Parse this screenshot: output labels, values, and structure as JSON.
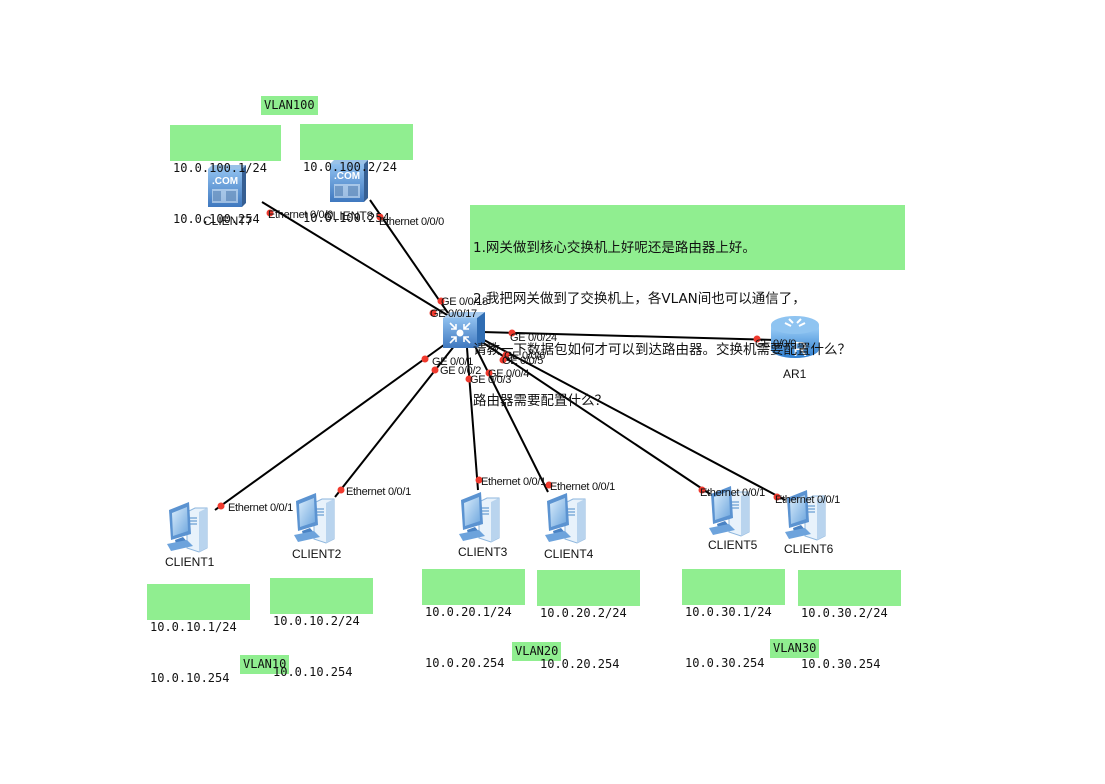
{
  "devices": {
    "client7": {
      "name": "CLIENT7",
      "type": "server-icon",
      "badge": ".COM",
      "ip": "10.0.100.1/24",
      "gateway": "10.0.100.254"
    },
    "client8": {
      "name": "CLIENT8",
      "type": "server-icon",
      "badge": ".COM",
      "ip": "10.0.100.2/24",
      "gateway": "10.0.100.254"
    },
    "client1": {
      "name": "CLIENT1",
      "type": "pc-icon",
      "ip": "10.0.10.1/24",
      "gateway": "10.0.10.254"
    },
    "client2": {
      "name": "CLIENT2",
      "type": "pc-icon",
      "ip": "10.0.10.2/24",
      "gateway": "10.0.10.254"
    },
    "client3": {
      "name": "CLIENT3",
      "type": "pc-icon",
      "ip": "10.0.20.1/24",
      "gateway": "10.0.20.254"
    },
    "client4": {
      "name": "CLIENT4",
      "type": "pc-icon",
      "ip": "10.0.20.2/24",
      "gateway": "10.0.20.254"
    },
    "client5": {
      "name": "CLIENT5",
      "type": "pc-icon",
      "ip": "10.0.30.1/24",
      "gateway": "10.0.30.254"
    },
    "client6": {
      "name": "CLIENT6",
      "type": "pc-icon",
      "ip": "10.0.30.2/24",
      "gateway": "10.0.30.254"
    },
    "ar1": {
      "name": "AR1",
      "type": "router-icon"
    },
    "switch": {
      "type": "switch-icon"
    }
  },
  "vlans": {
    "vlan100": "VLAN100",
    "vlan10": "VLAN10",
    "vlan20": "VLAN20",
    "vlan30": "VLAN30"
  },
  "ports": {
    "client7_port": "Ethernet 0/0/0",
    "client8_port": "Ethernet 0/0/0",
    "sw_ge18": "GE 0/0/18",
    "sw_ge17": "GE 0/0/17",
    "sw_ge24": "GE 0/0/24",
    "sw_ge1": "GE 0/0/1",
    "sw_ge2": "GE 0/0/2",
    "sw_ge3": "GE 0/0/3",
    "sw_ge4": "GE 0/0/4",
    "sw_ge5": "GE 0/0/5",
    "sw_ge6": "GE 0/0/6",
    "ar1_port": "GE 0/0/0",
    "client1_port": "Ethernet 0/0/1",
    "client2_port": "Ethernet 0/0/1",
    "client3_port": "Ethernet 0/0/1",
    "client4_port": "Ethernet 0/0/1",
    "client5_port": "Ethernet 0/0/1",
    "client6_port": "Ethernet 0/0/1"
  },
  "question": {
    "line1": "1.网关做到核心交换机上好呢还是路由器上好。",
    "line2": "2.我把网关做到了交换机上，各VLAN间也可以通信了，",
    "line3": "请教一下数据包如何才可以到达路由器。交换机需要配置什么？",
    "line4": "路由器需要配置什么？"
  },
  "colors": {
    "note_bg": "#90ee90",
    "port_dot": "#f03a2e",
    "link": "#000000",
    "device_blue": "#4a86c8"
  }
}
